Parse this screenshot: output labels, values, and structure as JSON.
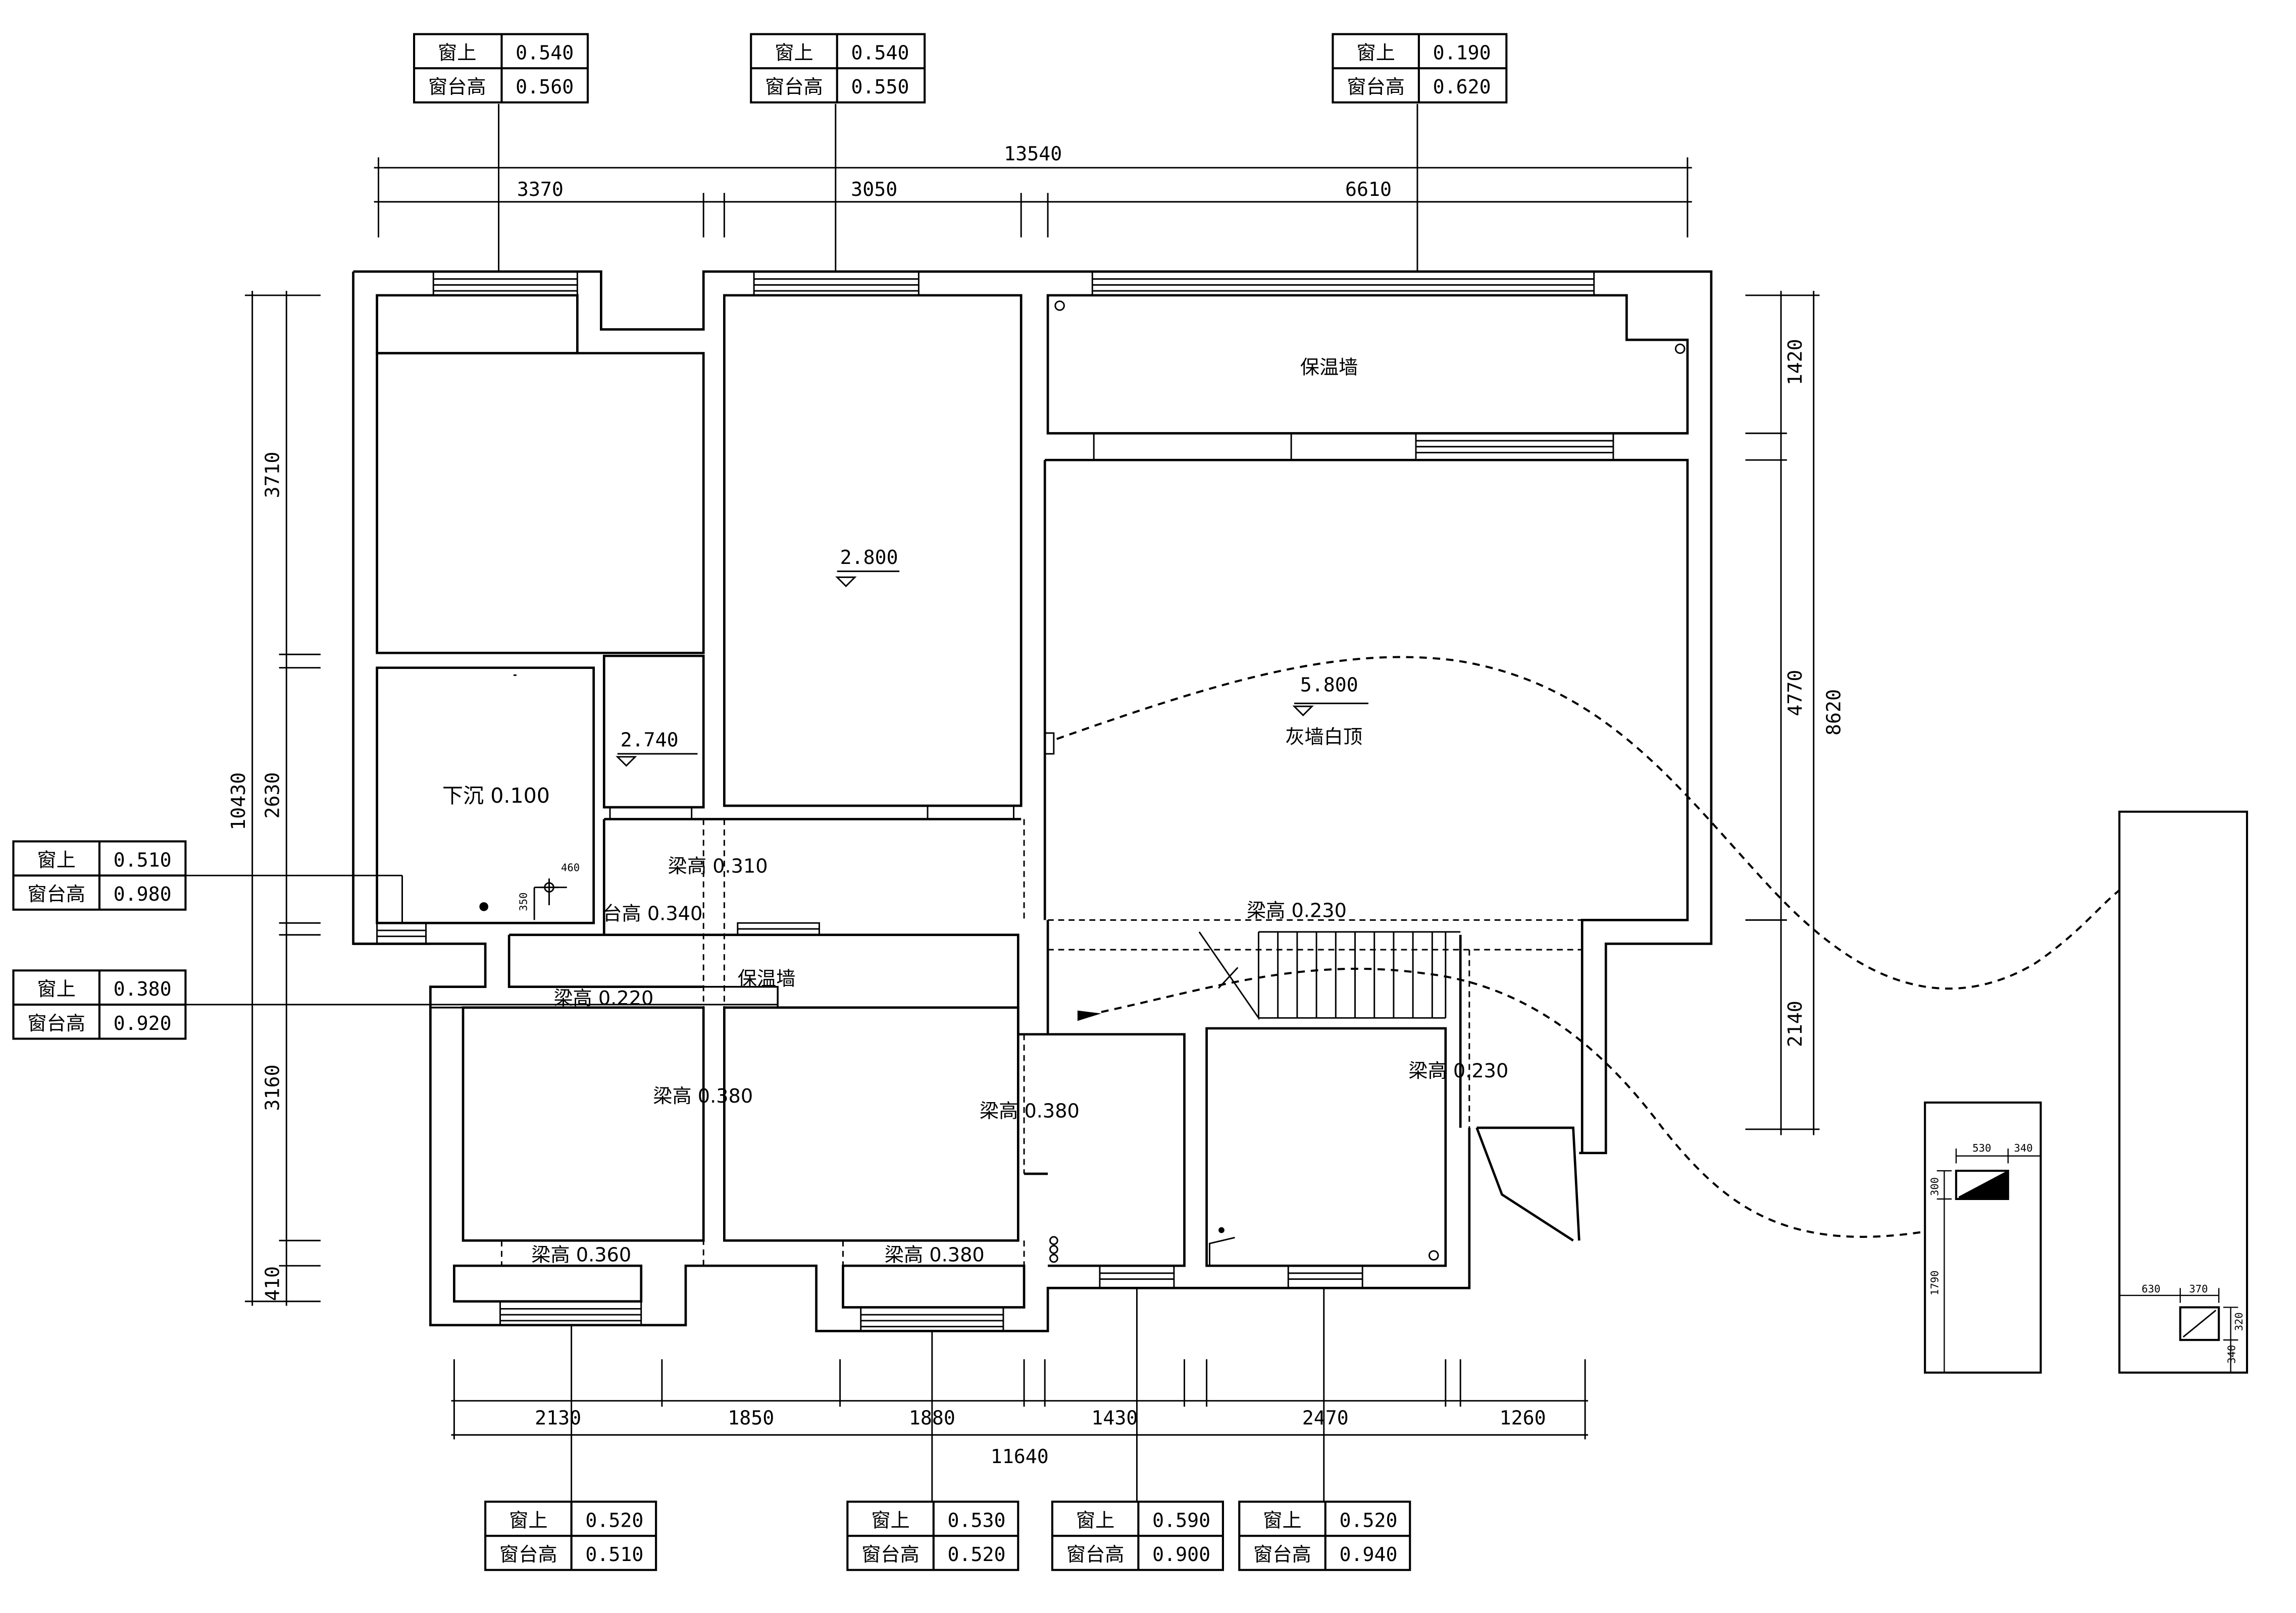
{
  "window_tags": {
    "top": [
      {
        "upper_label": "窗上",
        "upper": "0.540",
        "sill_label": "窗台高",
        "sill": "0.560"
      },
      {
        "upper_label": "窗上",
        "upper": "0.540",
        "sill_label": "窗台高",
        "sill": "0.550"
      },
      {
        "upper_label": "窗上",
        "upper": "0.190",
        "sill_label": "窗台高",
        "sill": "0.620"
      }
    ],
    "left": [
      {
        "upper_label": "窗上",
        "upper": "0.510",
        "sill_label": "窗台高",
        "sill": "0.980"
      },
      {
        "upper_label": "窗上",
        "upper": "0.380",
        "sill_label": "窗台高",
        "sill": "0.920"
      }
    ],
    "bottom": [
      {
        "upper_label": "窗上",
        "upper": "0.520",
        "sill_label": "窗台高",
        "sill": "0.510"
      },
      {
        "upper_label": "窗上",
        "upper": "0.530",
        "sill_label": "窗台高",
        "sill": "0.520"
      },
      {
        "upper_label": "窗上",
        "upper": "0.590",
        "sill_label": "窗台高",
        "sill": "0.900"
      },
      {
        "upper_label": "窗上",
        "upper": "0.520",
        "sill_label": "窗台高",
        "sill": "0.940"
      }
    ]
  },
  "dimensions": {
    "top_total": "13540",
    "top": [
      "3370",
      "3050",
      "6610"
    ],
    "left_total": "10430",
    "left": [
      "3710",
      "2630",
      "3160",
      "410"
    ],
    "right_total": "8620",
    "right": [
      "1420",
      "4770",
      "2140"
    ],
    "bottom_total": "11640",
    "bottom": [
      "2130",
      "1850",
      "1880",
      "1430",
      "2470",
      "1260"
    ]
  },
  "room_labels": {
    "insulation_top": "保温墙",
    "insulation_mid": "保温墙",
    "sunken": "下沉 0.100",
    "ceiling_note": "灰墙白顶",
    "sill_height": "台高 0.340"
  },
  "elevations": [
    "2.800",
    "5.800",
    "2.740"
  ],
  "beam_labels": [
    "梁高 0.310",
    "梁高 0.230",
    "梁高 0.220",
    "梁高 0.380",
    "梁高 0.380",
    "梁高 0.230",
    "梁高 0.360",
    "梁高 0.380"
  ],
  "small_dims": {
    "fixture_a": "460",
    "fixture_b": "350",
    "detail1_w1": "530",
    "detail1_w2": "340",
    "detail1_h1": "300",
    "detail1_h2": "1790",
    "detail2_w1": "630",
    "detail2_w2": "370",
    "detail2_h1": "320",
    "detail2_h2": "340"
  }
}
